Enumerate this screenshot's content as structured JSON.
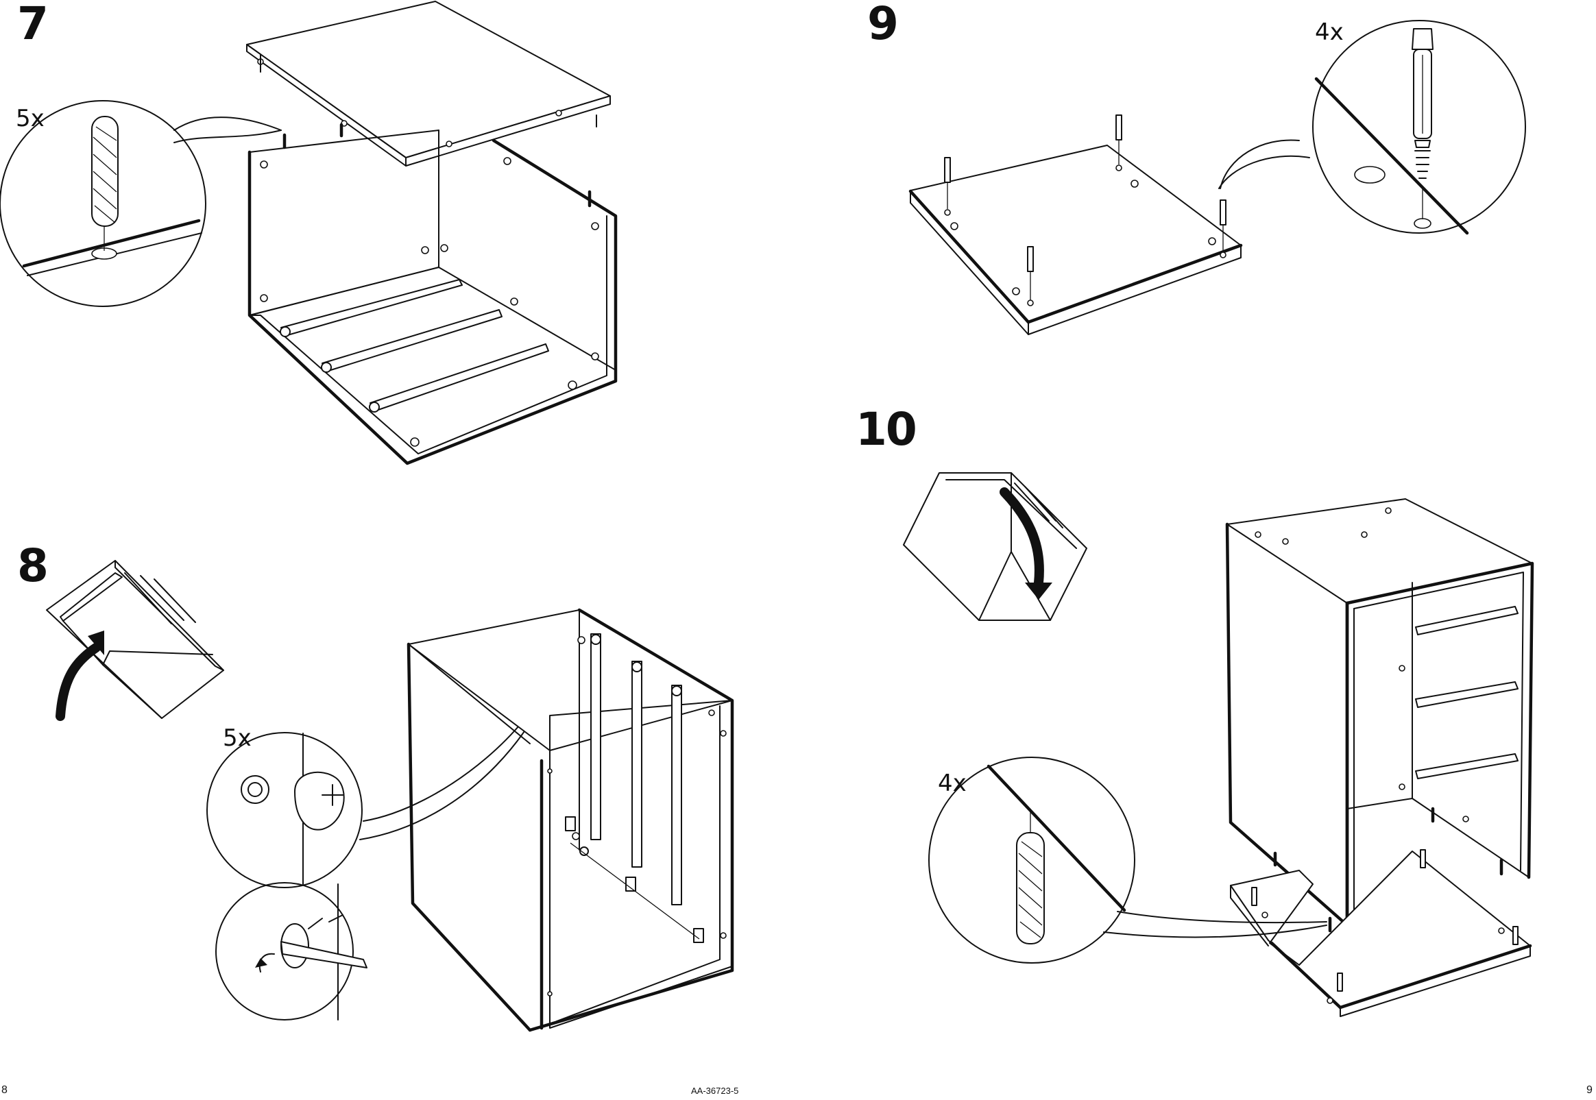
{
  "document": {
    "steps": [
      {
        "number": "7",
        "quantity": "5x"
      },
      {
        "number": "8",
        "quantity": "5x"
      },
      {
        "number": "9",
        "quantity": "4x"
      },
      {
        "number": "10",
        "quantity": "4x"
      }
    ],
    "footer": {
      "left_page": "8",
      "article_code": "AA-36723-5",
      "right_page": "9"
    }
  },
  "icons": [
    "dowel-icon",
    "cam-lock-icon",
    "screwdriver-icon",
    "cam-bolt-icon",
    "rotate-arrow-icon"
  ]
}
